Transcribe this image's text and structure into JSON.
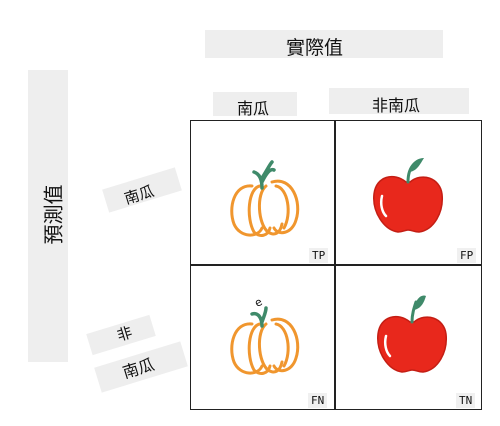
{
  "header": {
    "actual": "實際值",
    "predicted": "預測值"
  },
  "columns": [
    "南瓜",
    "非南瓜"
  ],
  "rows": {
    "pumpkin": "南瓜",
    "not_pumpkin_1": "非",
    "not_pumpkin_2": "南瓜"
  },
  "cells": {
    "tp": "TP",
    "fp": "FP",
    "fn": "FN",
    "tn": "TN"
  },
  "doodle": "e",
  "colors": {
    "pumpkin": "#f0962e",
    "apple": "#e8281c",
    "stem": "#3f8a6a",
    "band": "#eeeeee"
  }
}
